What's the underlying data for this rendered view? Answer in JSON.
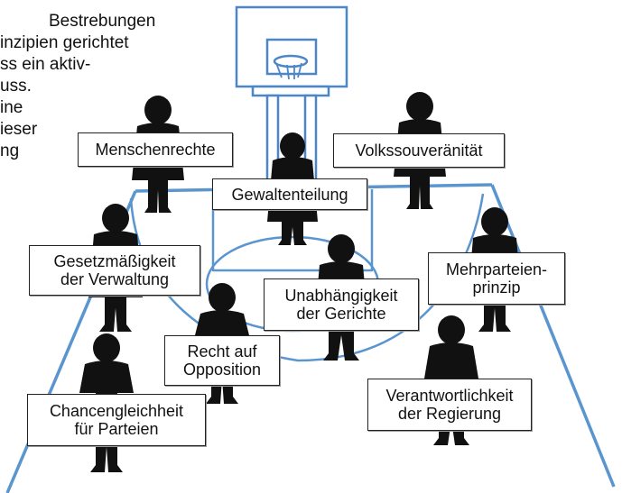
{
  "intro": {
    "lines": [
      "Bestrebungen",
      "inzipien gerichtet",
      "ss ein aktiv-",
      "uss.",
      "ine",
      "ieser",
      "ng"
    ]
  },
  "labels": {
    "menschenrechte": [
      "Menschenrechte"
    ],
    "volkssouveraenitaet": [
      "Volkssouveränität"
    ],
    "gewaltenteilung": [
      "Gewaltenteilung"
    ],
    "gesetzmaessigkeit": [
      "Gesetzmäßigkeit",
      "der Verwaltung"
    ],
    "mehrparteienprinzip": [
      "Mehrparteien-",
      "prinzip"
    ],
    "unabhaengigkeit": [
      "Unabhängigkeit",
      "der Gerichte"
    ],
    "opposition": [
      "Recht auf",
      "Opposition"
    ],
    "verantwortlichkeit": [
      "Verantwortlichkeit",
      "der Regierung"
    ],
    "chancengleichheit": [
      "Chancengleichheit",
      "für Parteien"
    ]
  },
  "colors": {
    "court_lines": "#5b95cf",
    "silhouettes": "#111111",
    "hoop": "#4a86c8"
  }
}
